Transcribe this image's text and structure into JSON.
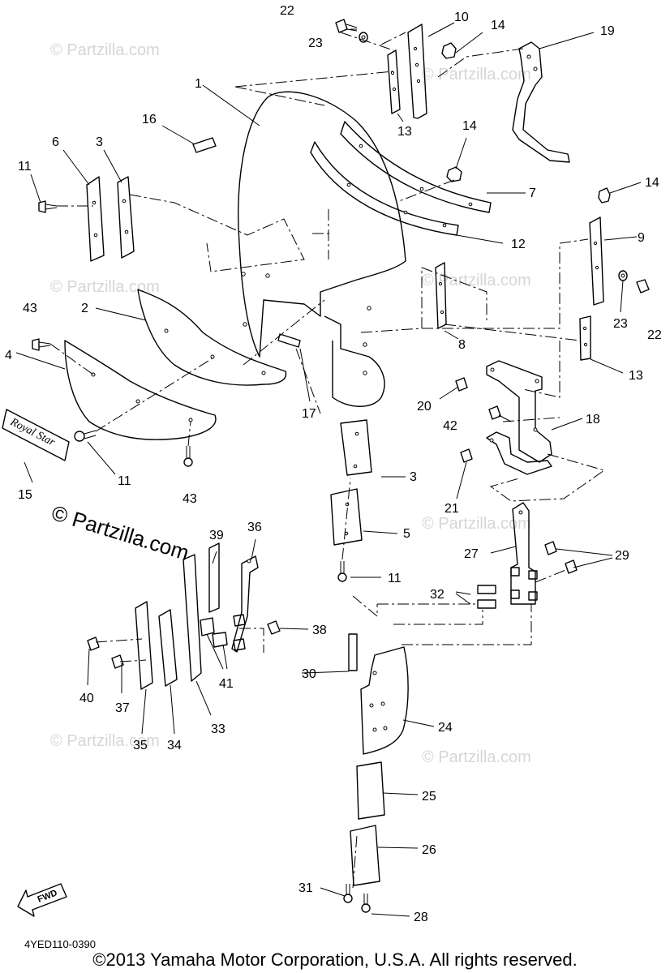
{
  "watermarks": {
    "site": "© Partzilla.com",
    "main": "© Partzilla.com"
  },
  "badge_text": "Royal Star",
  "fwd_label": "FWD",
  "diagram_code": "4YED110-0390",
  "copyright": "©2013  Yamaha Motor Corporation, U.S.A. All rights reserved.",
  "callouts": {
    "c1": "1",
    "c2": "2",
    "c3a": "3",
    "c3b": "3",
    "c4": "4",
    "c5": "5",
    "c6": "6",
    "c7": "7",
    "c8": "8",
    "c9": "9",
    "c10": "10",
    "c11a": "11",
    "c11b": "11",
    "c11c": "11",
    "c12": "12",
    "c13a": "13",
    "c13b": "13",
    "c14a": "14",
    "c14b": "14",
    "c14c": "14",
    "c15": "15",
    "c16": "16",
    "c17": "17",
    "c18": "18",
    "c19": "19",
    "c20": "20",
    "c21": "21",
    "c22a": "22",
    "c22b": "22",
    "c23a": "23",
    "c23b": "23",
    "c24": "24",
    "c25": "25",
    "c26": "26",
    "c27": "27",
    "c28": "28",
    "c29": "29",
    "c30": "30",
    "c31": "31",
    "c32": "32",
    "c33": "33",
    "c34": "34",
    "c35": "35",
    "c36": "36",
    "c37": "37",
    "c38": "38",
    "c39": "39",
    "c40": "40",
    "c41": "41",
    "c42": "42",
    "c43a": "43",
    "c43b": "43"
  }
}
